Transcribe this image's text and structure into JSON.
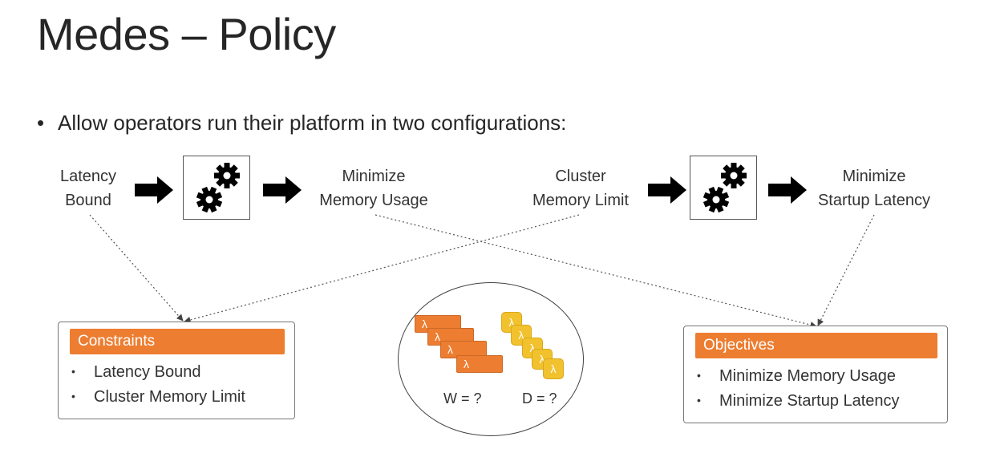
{
  "slide": {
    "title": "Medes – Policy",
    "bullet": "Allow operators run their platform in two configurations:"
  },
  "config1": {
    "input": [
      "Latency",
      "Bound"
    ],
    "output": [
      "Minimize",
      "Memory Usage"
    ]
  },
  "config2": {
    "input": [
      "Cluster",
      "Memory Limit"
    ],
    "output": [
      "Minimize",
      "Startup Latency"
    ]
  },
  "constraints": {
    "heading": "Constraints",
    "items": [
      "Latency Bound",
      "Cluster Memory Limit"
    ]
  },
  "objectives": {
    "heading": "Objectives",
    "items": [
      "Minimize Memory Usage",
      "Minimize Startup Latency"
    ]
  },
  "pool": {
    "warm_label": "W = ?",
    "dedup_label": "D = ?",
    "glyph": "λ",
    "warm_color": "#ed7d31",
    "dedup_color": "#f2c12e"
  },
  "colors": {
    "accent": "#ed7d31",
    "text": "#262626"
  },
  "icons": [
    "gears-icon",
    "right-arrow-icon"
  ]
}
